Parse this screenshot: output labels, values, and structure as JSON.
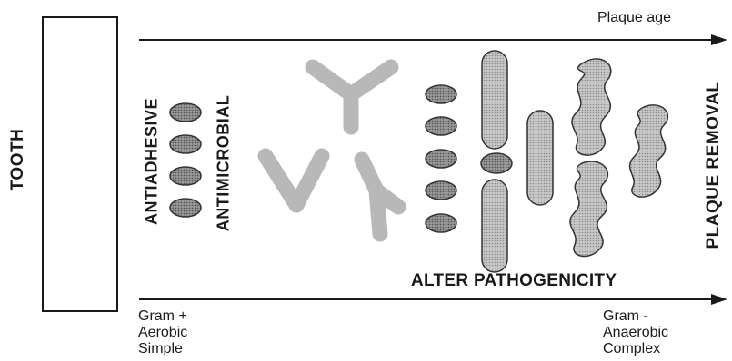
{
  "tooth": {
    "label": "TOOTH"
  },
  "plaque_age": {
    "label": "Plaque age"
  },
  "interventions": {
    "antiadhesive": "ANTIADHESIVE",
    "antimicrobial": "ANTIMICROBIAL",
    "alter_pathogenicity": "ALTER PATHOGENICITY",
    "plaque_removal": "PLAQUE REMOVAL"
  },
  "early_flora": {
    "lines": [
      "Gram +",
      "Aerobic",
      "Simple"
    ]
  },
  "late_flora": {
    "lines": [
      "Gram -",
      "Anaerobic",
      "Complex"
    ]
  },
  "colors": {
    "ink": "#1a1a1a",
    "antibody": "#b8b8b8",
    "coccus_fill": "#8c8c8c",
    "rod_fill": "#bdbdbd",
    "spirochete_fill": "#c4c4c4"
  }
}
